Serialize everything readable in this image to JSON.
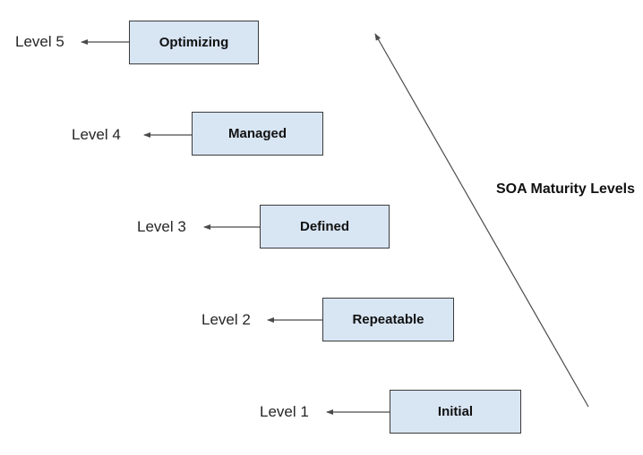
{
  "title": "SOA Maturity Levels",
  "levels": [
    {
      "level_label": "Level 5",
      "box_label": "Optimizing"
    },
    {
      "level_label": "Level 4",
      "box_label": "Managed"
    },
    {
      "level_label": "Level 3",
      "box_label": "Defined"
    },
    {
      "level_label": "Level 2",
      "box_label": "Repeatable"
    },
    {
      "level_label": "Level 1",
      "box_label": "Initial"
    }
  ],
  "colors": {
    "background": "#ffffff",
    "box_fill": "#d8e5f3",
    "box_border": "#3b3b3b",
    "connector_line": "#4a4a4a",
    "label_text": "#262626",
    "box_text": "#111111"
  }
}
